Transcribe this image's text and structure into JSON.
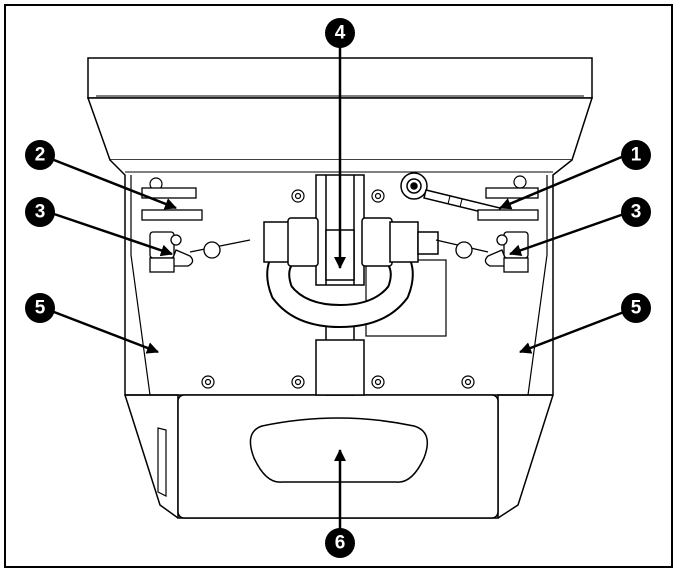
{
  "diagram": {
    "line_color": "#000000",
    "background": "#ffffff",
    "callouts": [
      {
        "id": "c1",
        "label": "1"
      },
      {
        "id": "c2",
        "label": "2"
      },
      {
        "id": "c3-left",
        "label": "3"
      },
      {
        "id": "c3-right",
        "label": "3"
      },
      {
        "id": "c4",
        "label": "4"
      },
      {
        "id": "c5-left",
        "label": "5"
      },
      {
        "id": "c5-right",
        "label": "5"
      },
      {
        "id": "c6",
        "label": "6"
      }
    ]
  }
}
